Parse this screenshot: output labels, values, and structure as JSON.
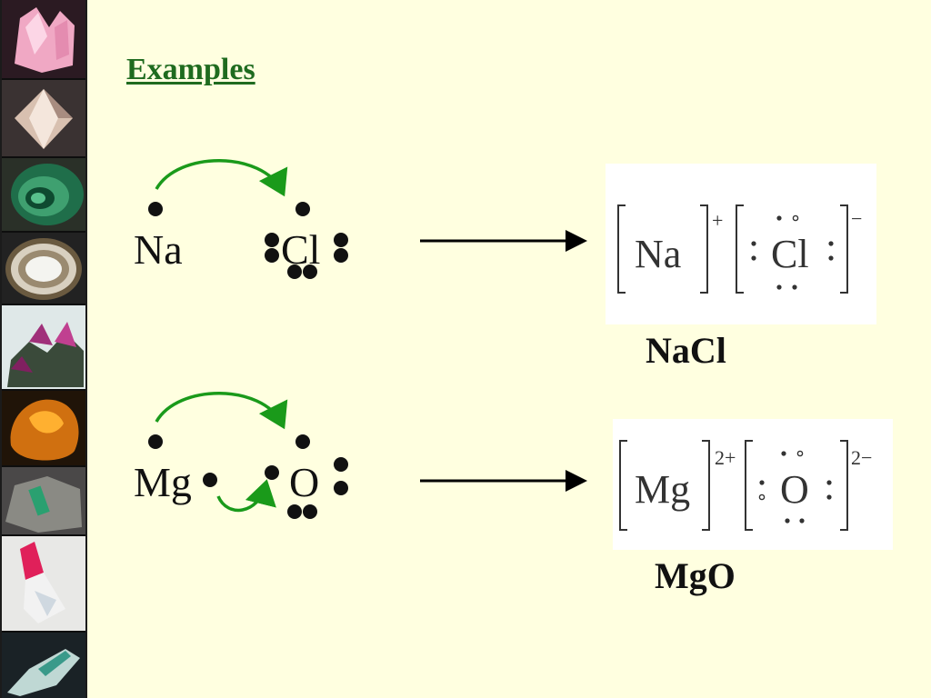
{
  "slide": {
    "title": "Examples"
  },
  "colors": {
    "background": "#ffffe0",
    "title": "#1f6b1f",
    "arrow_green": "#1a9a1a",
    "text": "#111111"
  },
  "reactions": [
    {
      "reactant_metal": "Na",
      "reactant_nonmetal": "Cl",
      "product": {
        "cation": "Na",
        "cation_charge": "+",
        "anion": "Cl",
        "anion_charge": "−"
      },
      "formula": "NaCl"
    },
    {
      "reactant_metal": "Mg",
      "reactant_nonmetal": "O",
      "product": {
        "cation": "Mg",
        "cation_charge": "2+",
        "anion": "O",
        "anion_charge": "2−"
      },
      "formula": "MgO"
    }
  ],
  "sidebar": {
    "images": [
      "rose-quartz",
      "smoky-quartz",
      "malachite",
      "agate",
      "amethyst-cluster",
      "amber",
      "emerald-in-matrix",
      "rubellite-tourmaline",
      "blue-green-crystal"
    ]
  }
}
